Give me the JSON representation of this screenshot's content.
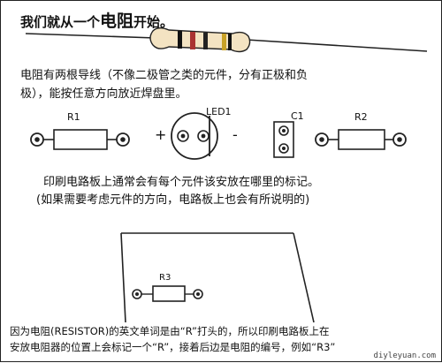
{
  "title": {
    "prefix": "我们就从一个",
    "emphasis": "电阻",
    "suffix": "开始。"
  },
  "paragraph1": {
    "line1": "电阻有两根导线（不像二极管之类的元件，分有正极和负",
    "line2": "极），能按任意方向放近焊盘里。"
  },
  "components": {
    "r1": "R1",
    "led": "LED1",
    "plus": "+",
    "minus": "-",
    "c1": "C1",
    "r2": "R2",
    "r3": "R3"
  },
  "paragraph2": {
    "line1": "印刷电路板上通常会有每个元件该安放在哪里的标记。",
    "line2": "(如果需要考虑元件的方向，电路板上也会有所说明的)"
  },
  "paragraph3": {
    "line1": "因为电阻(RESISTOR)的英文单词是由“R”打头的，所以印刷电路板上在",
    "line2": "安放电阻器的位置上会标记一个“R”，接着后边是电阻的编号，例如“R3”"
  },
  "watermark": "diyleyuan.com"
}
